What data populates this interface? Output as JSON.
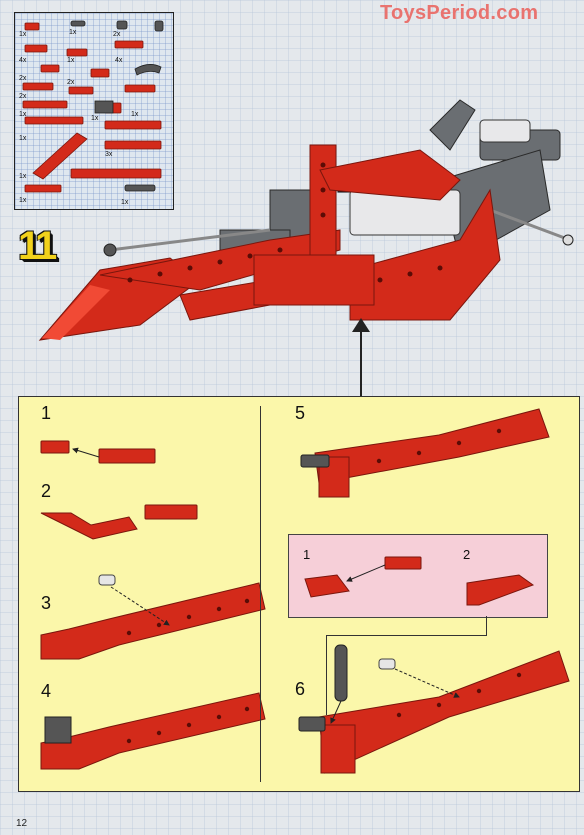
{
  "watermark": "ToysPeriod.com",
  "page_number": "12",
  "main_step": "11",
  "parts_list": [
    {
      "qty": "1x"
    },
    {
      "qty": "1x"
    },
    {
      "qty": "2x"
    },
    {
      "qty": "4x"
    },
    {
      "qty": "1x"
    },
    {
      "qty": "4x"
    },
    {
      "qty": "2x"
    },
    {
      "qty": "2x"
    },
    {
      "qty": "2x"
    },
    {
      "qty": "1x"
    },
    {
      "qty": "1x"
    },
    {
      "qty": "1x"
    },
    {
      "qty": "1x"
    },
    {
      "qty": "3x"
    },
    {
      "qty": "1x"
    },
    {
      "qty": "1x"
    },
    {
      "qty": "1x"
    }
  ],
  "substeps": {
    "s1": "1",
    "s2": "2",
    "s3": "3",
    "s4": "4",
    "s5": "5",
    "s6": "6"
  },
  "pink_steps": {
    "p1": "1",
    "p2": "2"
  },
  "colors": {
    "brick_red": "#d32a1a",
    "brick_dark": "#8c1a10",
    "panel_yellow": "#fbf7aa",
    "panel_pink": "#f6cfd8",
    "grey": "#6a6e72",
    "step_yellow": "#f2d21b"
  }
}
